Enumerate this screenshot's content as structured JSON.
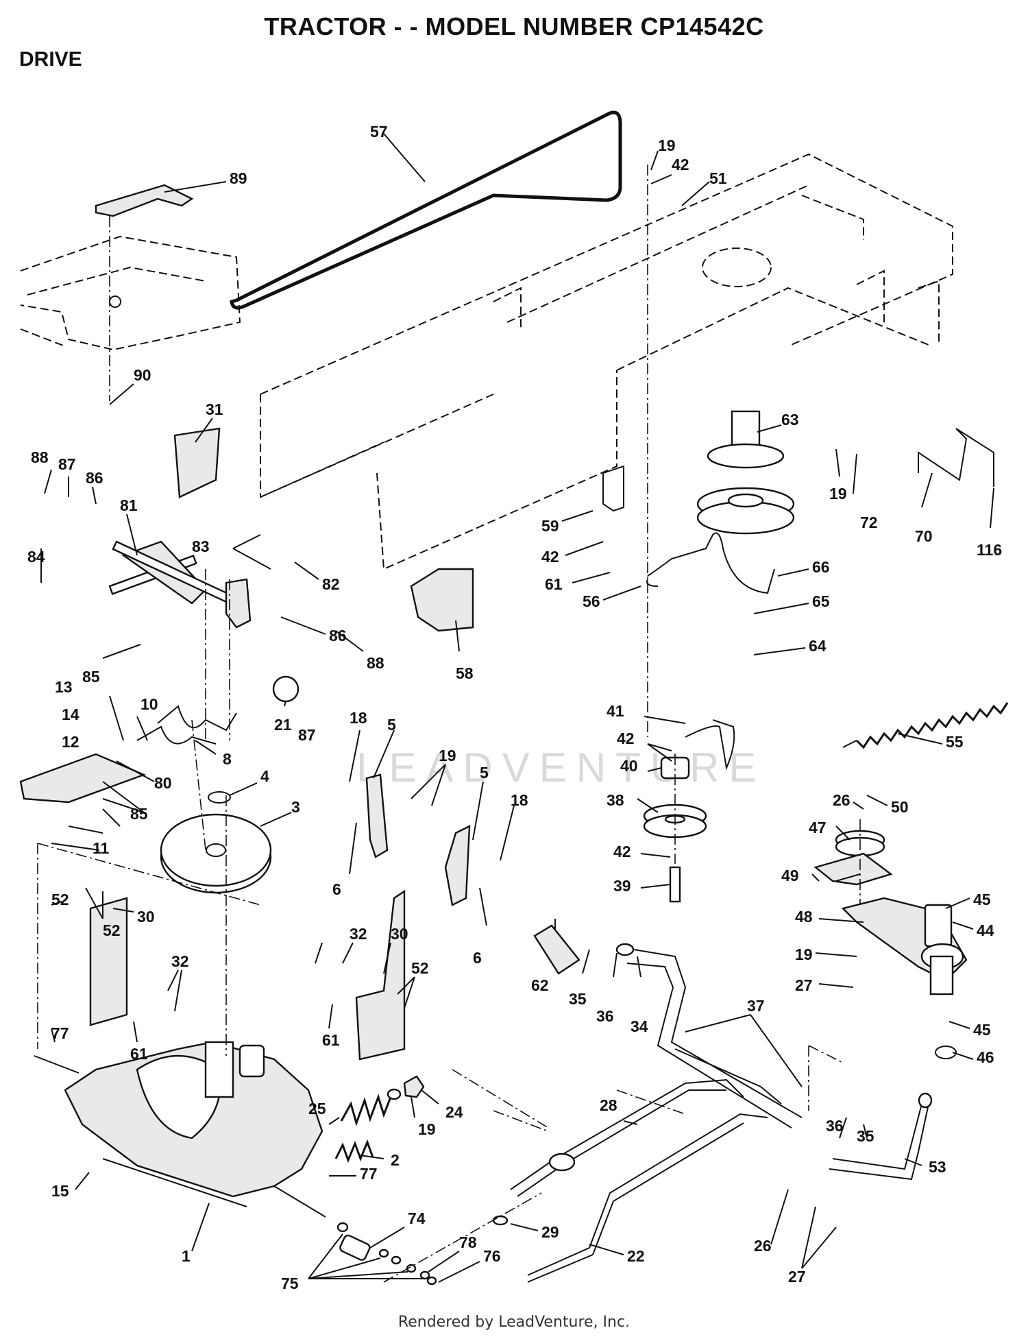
{
  "header": {
    "title": "TRACTOR - - MODEL NUMBER CP14542C",
    "section": "DRIVE"
  },
  "watermark": "LEADVENTURE",
  "footer": "Rendered by LeadVenture, Inc.",
  "callouts": {
    "c57": "57",
    "c89": "89",
    "c19a": "19",
    "c42a": "42",
    "c51": "51",
    "c90": "90",
    "c31": "31",
    "c63": "63",
    "c19b": "19",
    "c72": "72",
    "c70": "70",
    "c116": "116",
    "c88a": "88",
    "c87a": "87",
    "c86a": "86",
    "c81": "81",
    "c83": "83",
    "c82": "82",
    "c59": "59",
    "c42b": "42",
    "c61a": "61",
    "c56": "56",
    "c66": "66",
    "c65": "65",
    "c64": "64",
    "c84": "84",
    "c85a": "85",
    "c86b": "86",
    "c88b": "88",
    "c87b": "87",
    "c58": "58",
    "c13": "13",
    "c14": "14",
    "c12": "12",
    "c10": "10",
    "c21": "21",
    "c8": "8",
    "c80": "80",
    "c85b": "85",
    "c11": "11",
    "c4": "4",
    "c3": "3",
    "c18a": "18",
    "c5a": "5",
    "c19c": "19",
    "c5b": "5",
    "c18b": "18",
    "c6a": "6",
    "c6b": "6",
    "c41": "41",
    "c42c": "42",
    "c40": "40",
    "c38": "38",
    "c42d": "42",
    "c39": "39",
    "c55": "55",
    "c26a": "26",
    "c50": "50",
    "c47": "47",
    "c49": "49",
    "c48": "48",
    "c45a": "45",
    "c44": "44",
    "c19d": "19",
    "c27a": "27",
    "c45b": "45",
    "c46": "46",
    "c52a": "52",
    "c52b": "52",
    "c30a": "30",
    "c32a": "32",
    "c61b": "61",
    "c77a": "77",
    "c32b": "32",
    "c30b": "30",
    "c52c": "52",
    "c61c": "61",
    "c62": "62",
    "c35a": "35",
    "c36a": "36",
    "c34": "34",
    "c37": "37",
    "c25": "25",
    "c19e": "19",
    "c24": "24",
    "c2": "2",
    "c77b": "77",
    "c28": "28",
    "c36b": "36",
    "c35b": "35",
    "c53": "53",
    "c15": "15",
    "c1": "1",
    "c74": "74",
    "c78": "78",
    "c76": "76",
    "c75": "75",
    "c29": "29",
    "c22": "22",
    "c26b": "26",
    "c27b": "27"
  }
}
